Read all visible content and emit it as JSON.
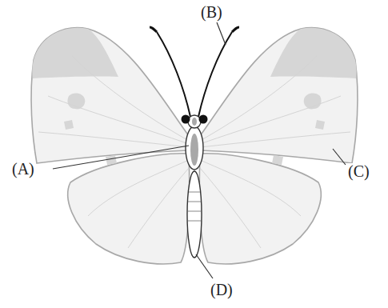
{
  "diagram": {
    "labels": [
      "(A)",
      "(B)",
      "(C)",
      "(D)"
    ]
  }
}
